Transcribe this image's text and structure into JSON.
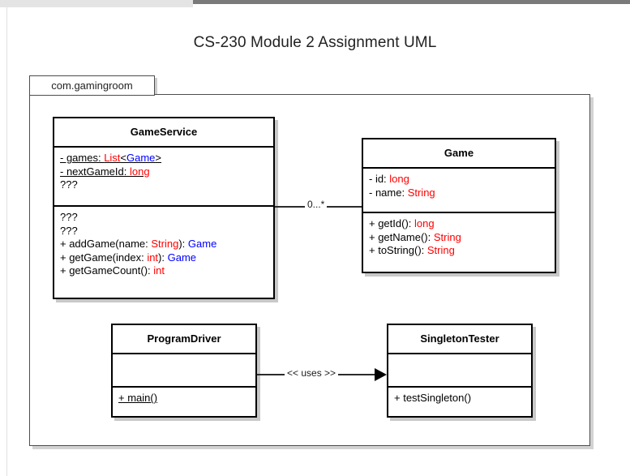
{
  "page": {
    "title": "CS-230 Module 2 Assignment UML"
  },
  "package": {
    "label": "com.gamingroom"
  },
  "classes": {
    "game_service": {
      "name": "GameService",
      "attributes": [
        {
          "static": true,
          "parts": [
            {
              "text": "- games: ",
              "color": "black"
            },
            {
              "text": "List",
              "color": "red"
            },
            {
              "text": "<",
              "color": "black"
            },
            {
              "text": "Game",
              "color": "blue"
            },
            {
              "text": ">",
              "color": "black"
            }
          ]
        },
        {
          "static": true,
          "parts": [
            {
              "text": "- nextGameId: ",
              "color": "black"
            },
            {
              "text": "long",
              "color": "red"
            }
          ]
        },
        {
          "static": false,
          "parts": [
            {
              "text": "???",
              "color": "black"
            }
          ]
        }
      ],
      "methods": [
        {
          "static": false,
          "parts": [
            {
              "text": "???",
              "color": "black"
            }
          ]
        },
        {
          "static": false,
          "parts": [
            {
              "text": "???",
              "color": "black"
            }
          ]
        },
        {
          "static": false,
          "parts": [
            {
              "text": "+ addGame(name: ",
              "color": "black"
            },
            {
              "text": "String",
              "color": "red"
            },
            {
              "text": "): ",
              "color": "black"
            },
            {
              "text": "Game",
              "color": "blue"
            }
          ]
        },
        {
          "static": false,
          "parts": [
            {
              "text": "+ getGame(index: ",
              "color": "black"
            },
            {
              "text": "int",
              "color": "red"
            },
            {
              "text": "): ",
              "color": "black"
            },
            {
              "text": "Game",
              "color": "blue"
            }
          ]
        },
        {
          "static": false,
          "parts": [
            {
              "text": "+ getGameCount(): ",
              "color": "black"
            },
            {
              "text": "int",
              "color": "red"
            }
          ]
        }
      ]
    },
    "game": {
      "name": "Game",
      "attributes": [
        {
          "static": false,
          "parts": [
            {
              "text": "- id: ",
              "color": "black"
            },
            {
              "text": "long",
              "color": "red"
            }
          ]
        },
        {
          "static": false,
          "parts": [
            {
              "text": "- name: ",
              "color": "black"
            },
            {
              "text": "String",
              "color": "red"
            }
          ]
        }
      ],
      "methods": [
        {
          "static": false,
          "parts": [
            {
              "text": "+ getId(): ",
              "color": "black"
            },
            {
              "text": "long",
              "color": "red"
            }
          ]
        },
        {
          "static": false,
          "parts": [
            {
              "text": "+ getName(): ",
              "color": "black"
            },
            {
              "text": "String",
              "color": "red"
            }
          ]
        },
        {
          "static": false,
          "parts": [
            {
              "text": "+ toString(): ",
              "color": "black"
            },
            {
              "text": "String",
              "color": "red"
            }
          ]
        }
      ]
    },
    "program_driver": {
      "name": "ProgramDriver",
      "attributes": [],
      "methods": [
        {
          "static": true,
          "parts": [
            {
              "text": "+ main()",
              "color": "black"
            }
          ]
        }
      ]
    },
    "singleton_tester": {
      "name": "SingletonTester",
      "attributes": [],
      "methods": [
        {
          "static": false,
          "parts": [
            {
              "text": "+ testSingleton()",
              "color": "black"
            }
          ]
        }
      ]
    }
  },
  "connectors": {
    "association_multiplicity": "0...*",
    "dependency_stereotype": "<< uses >>"
  },
  "colors": {
    "type_red": "#ff0000",
    "class_blue": "#0000ff",
    "line": "#000000",
    "frame": "#4d4d4d",
    "shadow": "#c8c8c8"
  }
}
